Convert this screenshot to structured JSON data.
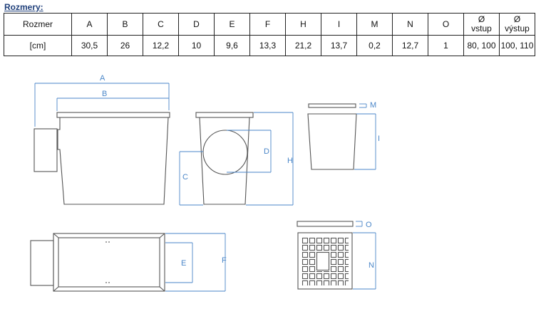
{
  "title": "Rozmery:",
  "table": {
    "header": [
      "Rozmer",
      "A",
      "B",
      "C",
      "D",
      "E",
      "F",
      "H",
      "I",
      "M",
      "N",
      "O"
    ],
    "diam_symbol": "Ø",
    "diam_in": "vstup",
    "diam_out": "výstup",
    "row": [
      "[cm]",
      "30,5",
      "26",
      "12,2",
      "10",
      "9,6",
      "13,3",
      "21,2",
      "13,7",
      "0,2",
      "12,7",
      "1",
      "80, 100",
      "100, 110"
    ]
  },
  "drawing_labels": {
    "A": "A",
    "B": "B",
    "C": "C",
    "D": "D",
    "E": "E",
    "F": "F",
    "H": "H",
    "I": "I",
    "M": "M",
    "N": "N",
    "O": "O"
  },
  "colors": {
    "dimension": "#4a86c8",
    "outline": "#555555",
    "title": "#1f3f7a"
  }
}
